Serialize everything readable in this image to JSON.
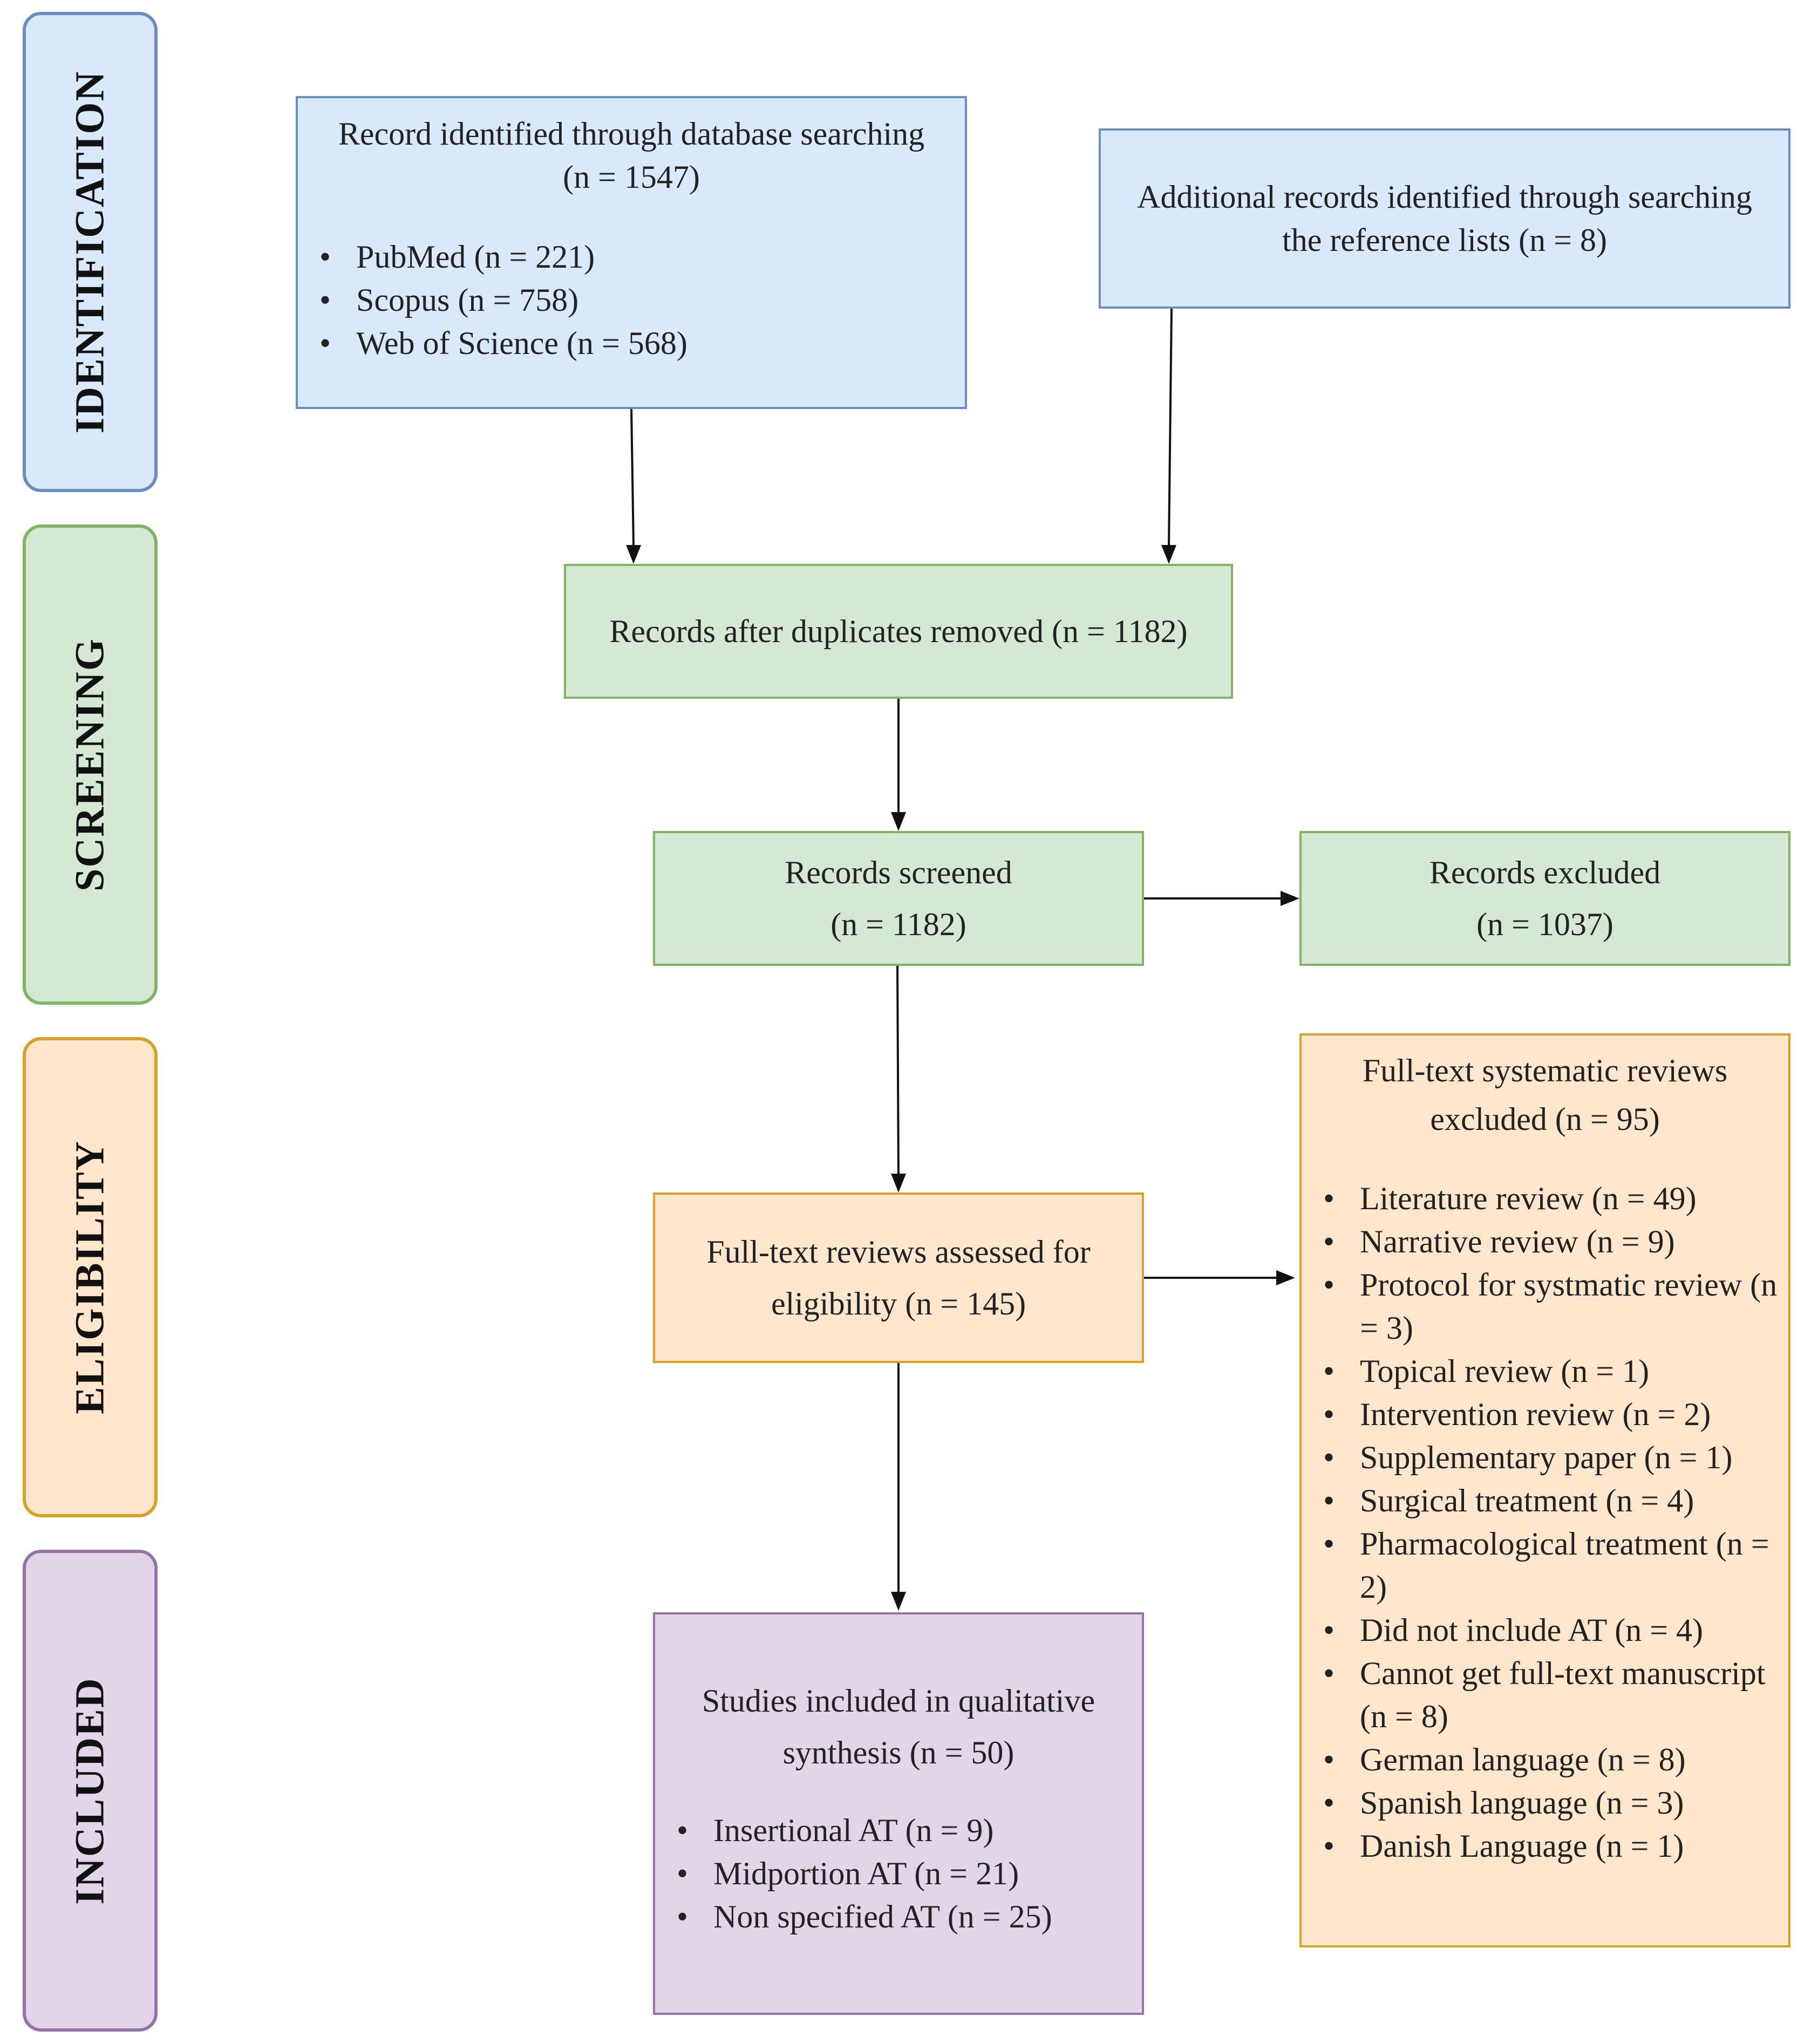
{
  "phases": {
    "identification": "IDENTIFICATION",
    "screening": "SCREENING",
    "eligibility": "ELIGIBILITY",
    "included": "INCLUDED"
  },
  "identified": {
    "title": "Record identified through database searching",
    "count": "(n = 1547)",
    "items": [
      "PubMed (n = 221)",
      "Scopus (n = 758)",
      "Web of Science (n = 568)"
    ]
  },
  "additional": {
    "line1": "Additional records identified through searching",
    "line2": "the reference lists (n = 8)"
  },
  "duplicates": {
    "text": "Records after duplicates removed (n = 1182)"
  },
  "screened": {
    "title": "Records screened",
    "count": "(n = 1182)"
  },
  "excluded": {
    "title": "Records excluded",
    "count": "(n = 1037)"
  },
  "fulltext": {
    "line1": "Full-text reviews assessed for",
    "line2": "eligibility (n = 145)"
  },
  "fulltext_excluded": {
    "line1": "Full-text systematic reviews",
    "line2": "excluded (n = 95)",
    "items": [
      "Literature review (n = 49)",
      "Narrative review (n = 9)",
      "Protocol for systmatic review (n = 3)",
      "Topical review (n = 1)",
      "Intervention review (n = 2)",
      "Supplementary paper (n = 1)",
      "Surgical treatment (n = 4)",
      "Pharmacological treatment (n = 2)",
      "Did not include AT (n = 4)",
      "Cannot get full-text manuscript (n = 8)",
      "German language (n = 8)",
      "Spanish language (n = 3)",
      "Danish Language (n = 1)"
    ]
  },
  "included_box": {
    "line1": "Studies included in qualitative",
    "line2": "synthesis (n = 50)",
    "items": [
      "Insertional AT (n = 9)",
      "Midportion AT (n = 21)",
      "Non specified AT (n = 25)"
    ]
  }
}
